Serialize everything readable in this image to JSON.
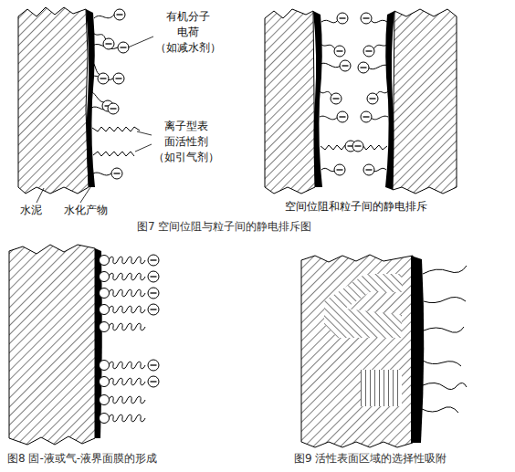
{
  "diagram": {
    "labels": [
      "有机分子 电荷 （如减水剂）",
      "离子型表 面活性剂 （如引气剂）",
      "水泥",
      "水化产物",
      "空间位阻和粒子间的静电排斥",
      "图7 空间位阻与粒子间的静电排斥图",
      "图8 固-液或气-液界面膜的形成",
      "图9 活性表面区域的选择性吸附"
    ]
  }
}
